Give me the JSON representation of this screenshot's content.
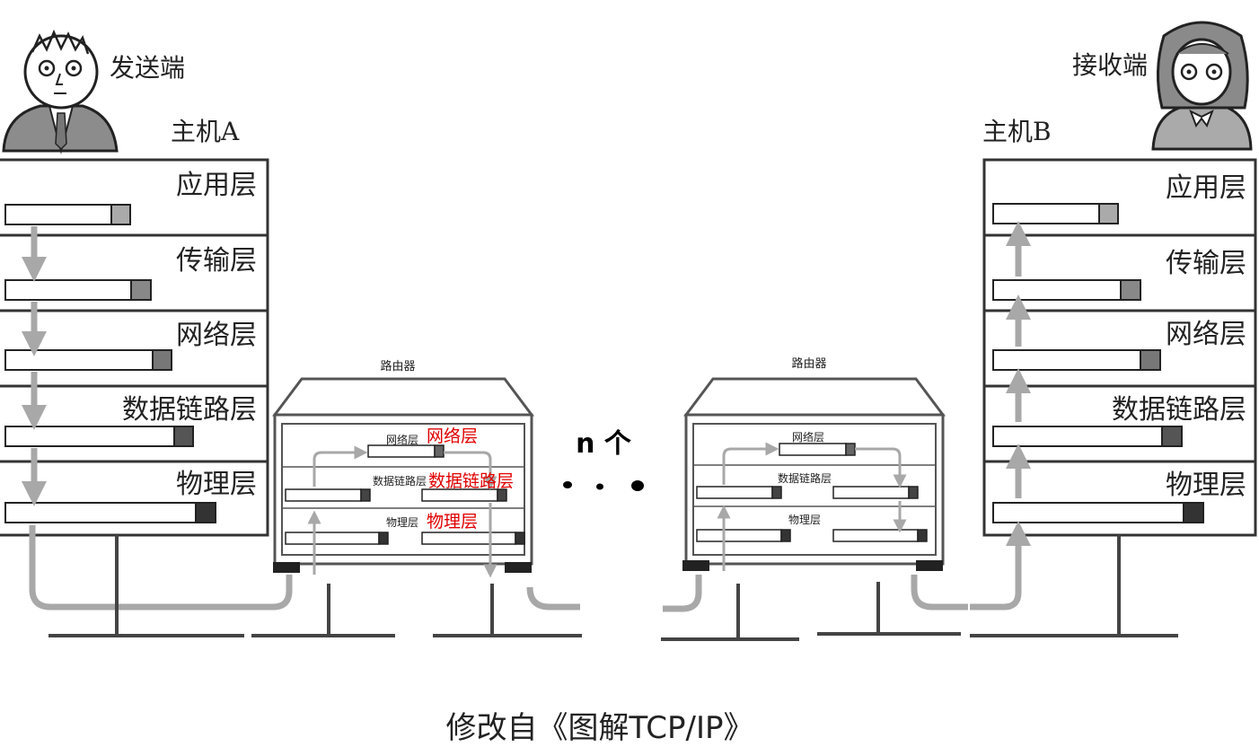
{
  "sender": {
    "role": "发送端",
    "host": "主机A"
  },
  "receiver": {
    "role": "接收端",
    "host": "主机B"
  },
  "layers": [
    "应用层",
    "传输层",
    "网络层",
    "数据链路层",
    "物理层"
  ],
  "router_left": {
    "title": "路由器",
    "layers_small": [
      "网络层",
      "数据链路层",
      "物理层"
    ],
    "layers_red": [
      "网络层",
      "数据链路层",
      "物理层"
    ]
  },
  "router_right": {
    "title": "路由器",
    "layers_small": [
      "网络层",
      "数据链路层",
      "物理层"
    ]
  },
  "middle_label": "n 个",
  "caption": "修改自《图解TCP/IP》",
  "colors": {
    "arrow": "#a8a8a8",
    "line": "#444444",
    "accent_red": "#e00000"
  }
}
